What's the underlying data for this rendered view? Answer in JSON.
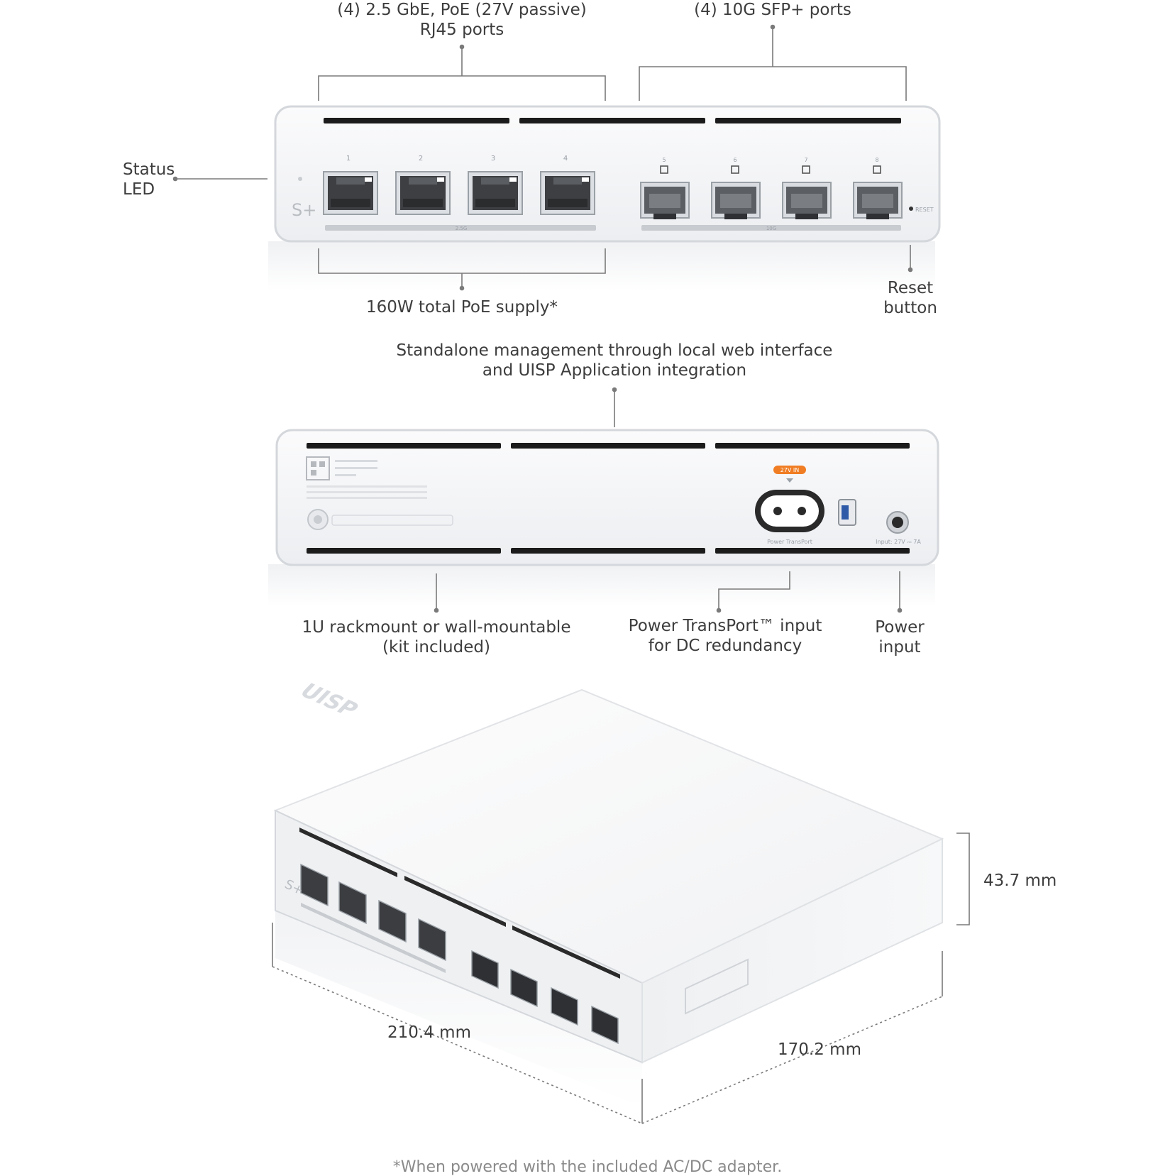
{
  "front": {
    "rj45_label_line1": "(4) 2.5 GbE, PoE (27V passive)",
    "rj45_label_line2": "RJ45 ports",
    "sfp_label": "(4) 10G SFP+ ports",
    "status_label": "Status\nLED",
    "poe_label": "160W total PoE supply*",
    "reset_label": "Reset\nbutton",
    "brand_mark": "S+",
    "port_numbers": [
      "1",
      "2",
      "3",
      "4",
      "5",
      "6",
      "7",
      "8"
    ],
    "rj45_strip_text": "2.5G",
    "sfp_strip_text": "10G",
    "reset_text": "RESET"
  },
  "back": {
    "mgmt_label_line1": "Standalone management through local web interface",
    "mgmt_label_line2": "and UISP Application integration",
    "rack_label": "1U rackmount or wall-mountable\n(kit included)",
    "transport_label": "Power TransPort™ input\nfor DC redundancy",
    "power_label": "Power\ninput",
    "badge_text": "27V IN",
    "transport_caption": "Power TransPort",
    "input_caption": "Input: 27V ⎓ 7A"
  },
  "dimensions": {
    "height": "43.7 mm",
    "width": "210.4 mm",
    "depth": "170.2 mm",
    "top_logo": "UISP"
  },
  "footnote": "*When powered with the included AC/DC adapter.",
  "colors": {
    "badge": "#f07d24",
    "body": "#f2f3f5",
    "port": "#4a4a4a",
    "line": "#7a7a7a"
  }
}
